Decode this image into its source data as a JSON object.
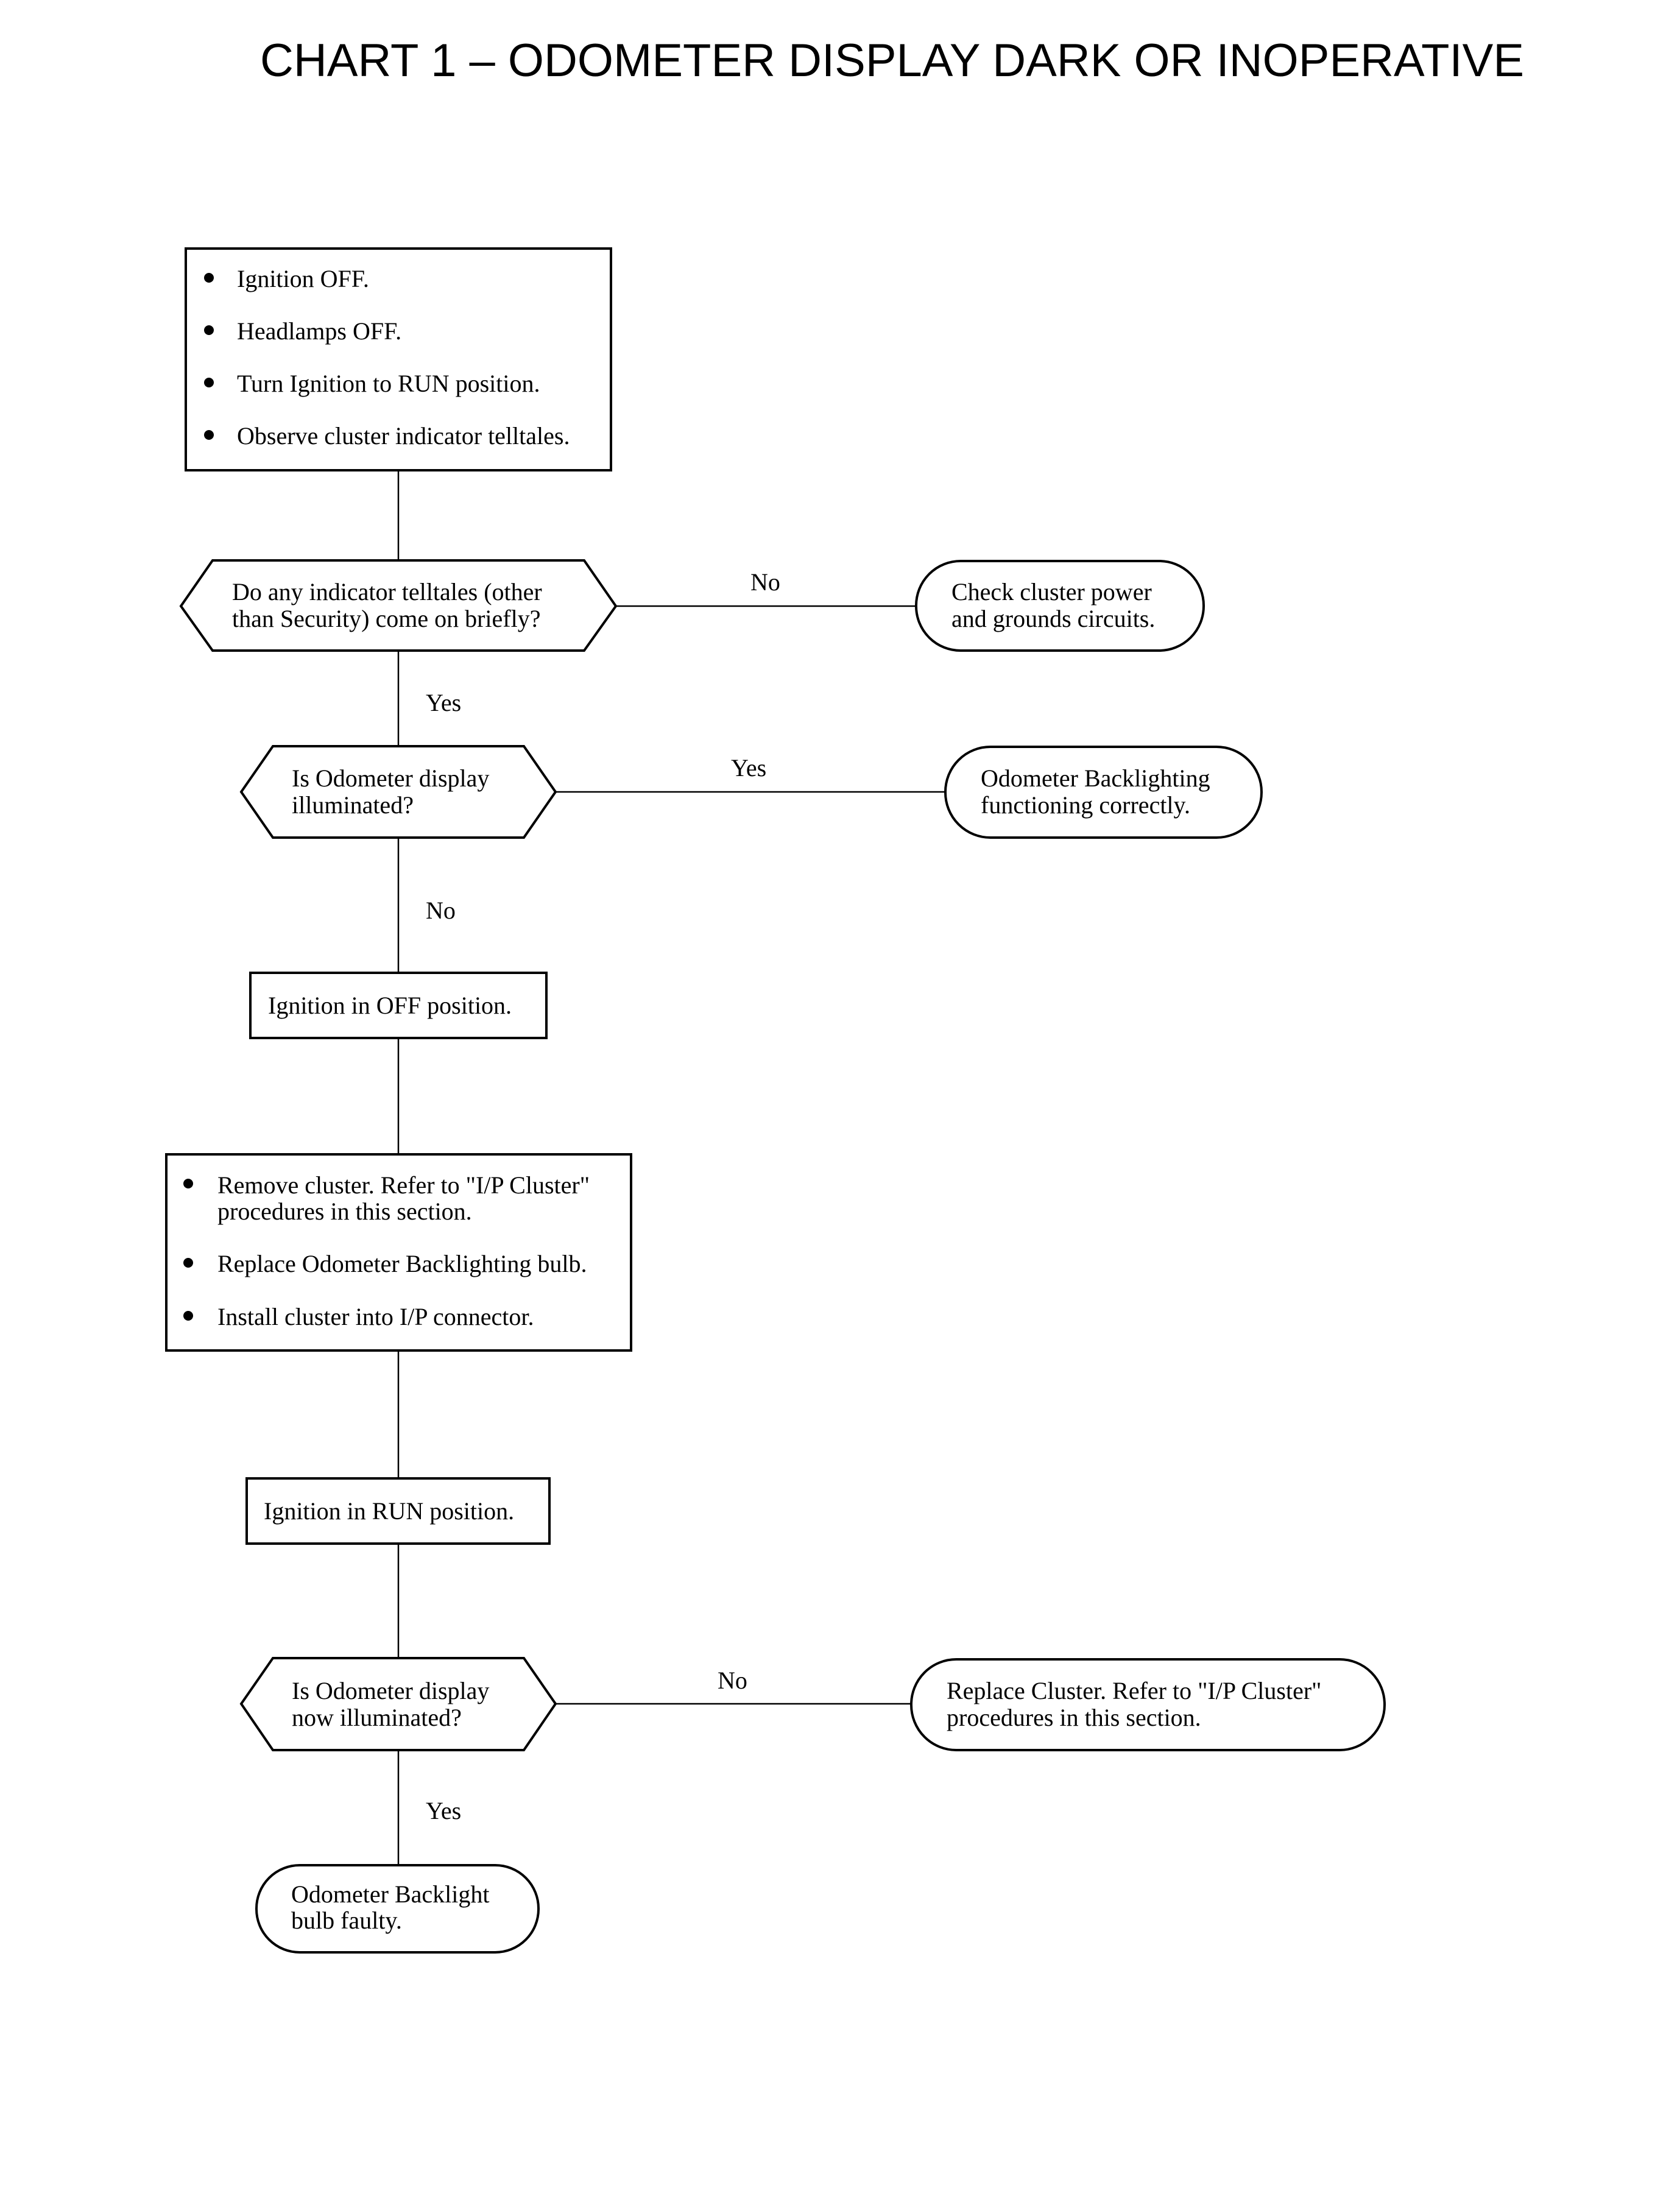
{
  "title": "CHART 1 – ODOMETER DISPLAY DARK OR INOPERATIVE",
  "nodes": {
    "start": {
      "bullets": [
        "Ignition OFF.",
        "Headlamps OFF.",
        "Turn Ignition to RUN position.",
        "Observe cluster indicator telltales."
      ]
    },
    "q1": {
      "lines": [
        "Do any indicator telltales (other",
        "than Security) come on briefly?"
      ]
    },
    "r1": {
      "lines": [
        "Check cluster power",
        "and grounds circuits."
      ]
    },
    "q2": {
      "lines": [
        "Is Odometer display",
        "illuminated?"
      ]
    },
    "r2": {
      "lines": [
        "Odometer Backlighting",
        "functioning correctly."
      ]
    },
    "s1": {
      "lines": [
        "Ignition in OFF position."
      ]
    },
    "s2": {
      "bullets": [
        [
          "Remove cluster. Refer to \"I/P Cluster\"",
          "procedures in this section."
        ],
        [
          "Replace Odometer Backlighting bulb."
        ],
        [
          "Install cluster into I/P connector."
        ]
      ]
    },
    "s3": {
      "lines": [
        "Ignition in RUN position."
      ]
    },
    "q3": {
      "lines": [
        "Is Odometer display",
        "now illuminated?"
      ]
    },
    "r3": {
      "lines": [
        "Replace Cluster. Refer to \"I/P Cluster\"",
        "procedures in this section."
      ]
    },
    "end": {
      "lines": [
        "Odometer Backlight",
        "bulb faulty."
      ]
    }
  },
  "edge_labels": {
    "q1_no": "No",
    "q1_yes": "Yes",
    "q2_yes": "Yes",
    "q2_no": "No",
    "q3_no": "No",
    "q3_yes": "Yes"
  }
}
